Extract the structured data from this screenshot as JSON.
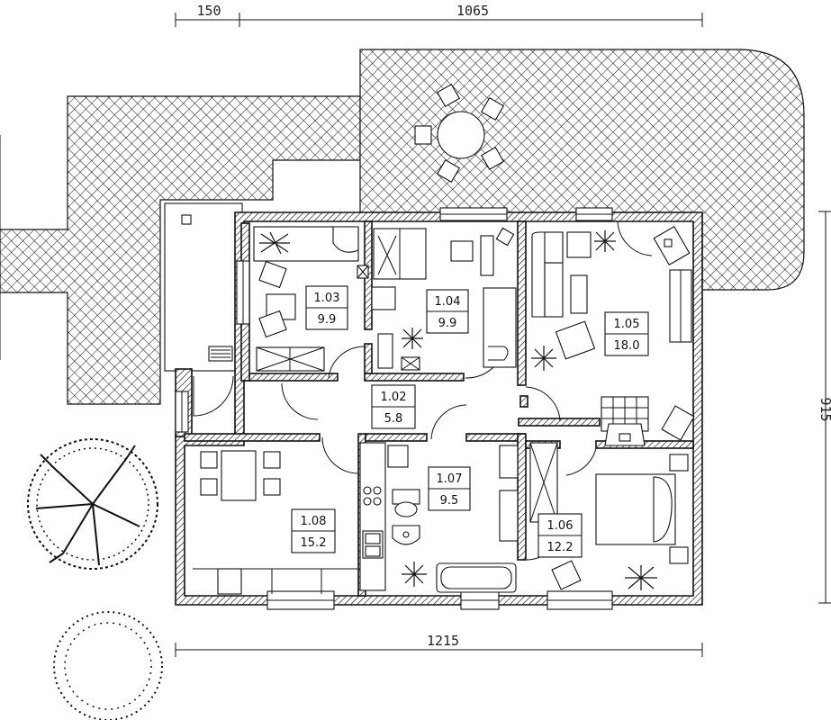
{
  "dimensions": {
    "top_left": "150",
    "top_right": "1065",
    "bottom": "1215",
    "right": "915"
  },
  "rooms": [
    {
      "id": "1.03",
      "area": "9.9"
    },
    {
      "id": "1.04",
      "area": "9.9"
    },
    {
      "id": "1.05",
      "area": "18.0"
    },
    {
      "id": "1.02",
      "area": "5.8"
    },
    {
      "id": "1.07",
      "area": "9.5"
    },
    {
      "id": "1.08",
      "area": "15.2"
    },
    {
      "id": "1.06",
      "area": "12.2"
    }
  ]
}
